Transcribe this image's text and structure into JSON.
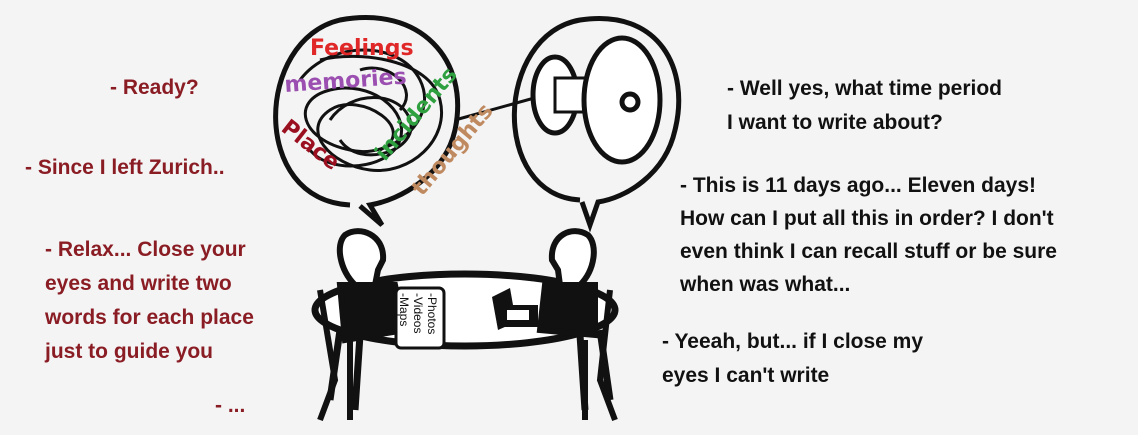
{
  "left_dialogue": [
    [
      "- Ready?"
    ],
    [
      "- Since I left Zurich.."
    ],
    [
      "- Relax... Close your",
      "eyes and write two",
      "words for each place",
      "just to guide you"
    ],
    [
      "- ..."
    ]
  ],
  "right_dialogue": [
    [
      "- Well yes, what time period",
      "I want to write about?"
    ],
    [
      "- This is 11 days ago... Eleven days!",
      "How can I put all this in order? I don't",
      "even think I can recall stuff or be sure",
      "when was what..."
    ],
    [
      "- Yeeah, but... if I close my",
      "eyes I can't write"
    ]
  ],
  "thought_words": [
    "Feelings",
    "memories",
    "incidents",
    "thoughts",
    "Place"
  ],
  "paper_note": [
    "-Photos",
    "-Videos",
    "-Maps"
  ],
  "colors": {
    "left_text": "#8a1c24",
    "right_text": "#111111",
    "feelings": "#e02828",
    "memories": "#9b4fb0",
    "incidents": "#2fa040",
    "thoughts": "#c08a60",
    "place": "#9a1020"
  }
}
